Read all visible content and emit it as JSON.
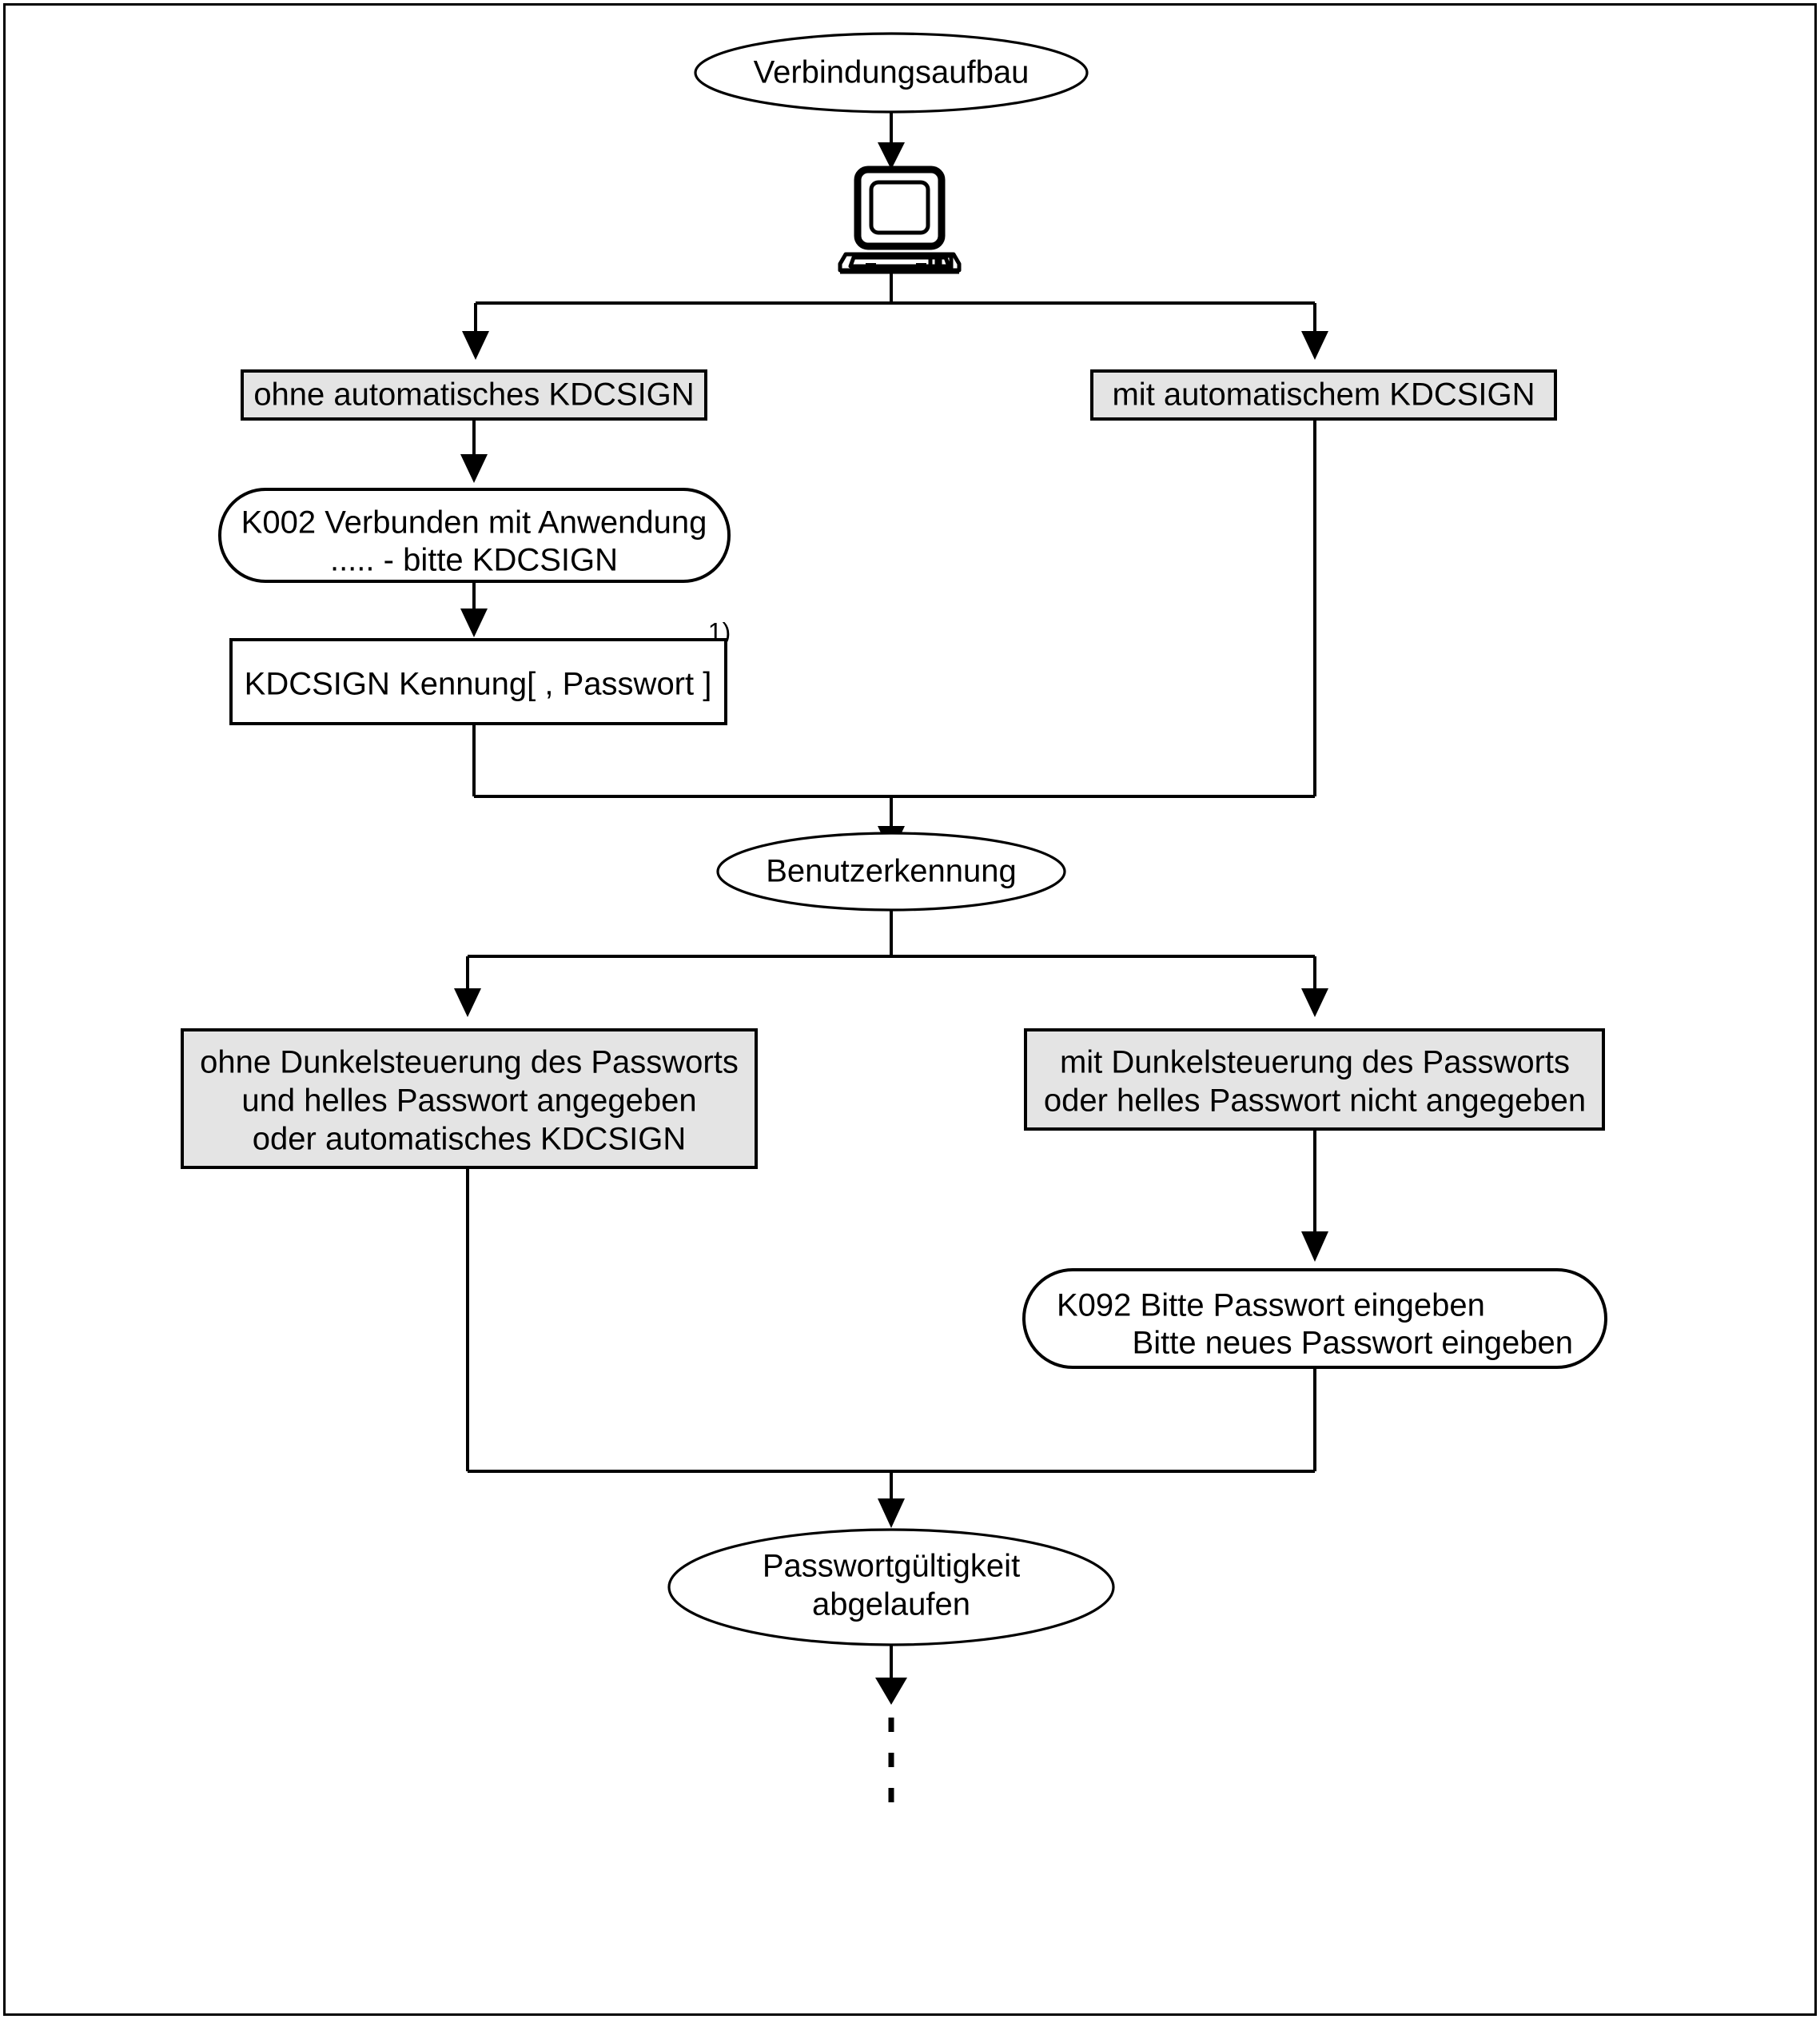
{
  "diagram": {
    "title_node": "Verbindungsaufbau",
    "terminal_icon": "computer-terminal-icon",
    "branch1": {
      "left_label": "ohne automatisches KDCSIGN",
      "right_label": "mit automatischem KDCSIGN"
    },
    "message_k002": {
      "line1": "K002 Verbunden mit Anwendung",
      "line2": "..... - bitte KDCSIGN"
    },
    "command_box": {
      "text": "KDCSIGN Kennung[ , Passwort ]",
      "footnote_marker": "1)"
    },
    "mid_node": "Benutzerkennung",
    "branch2": {
      "left_line1": "ohne Dunkelsteuerung des Passworts",
      "left_line2": "und helles Passwort angegeben",
      "left_line3": "oder automatisches KDCSIGN",
      "right_line1": "mit Dunkelsteuerung des Passworts",
      "right_line2": "oder helles Passwort nicht angegeben"
    },
    "message_k092": {
      "line1": "K092 Bitte Passwort eingeben",
      "line2": "Bitte neues Passwort eingeben"
    },
    "end_node": {
      "line1": "Passwortgültigkeit",
      "line2": "abgelaufen"
    },
    "colors": {
      "box_fill_gray": "#e4e4e4",
      "shape_fill_white": "#ffffff",
      "stroke": "#000000",
      "page_background": "#ffffff"
    }
  }
}
